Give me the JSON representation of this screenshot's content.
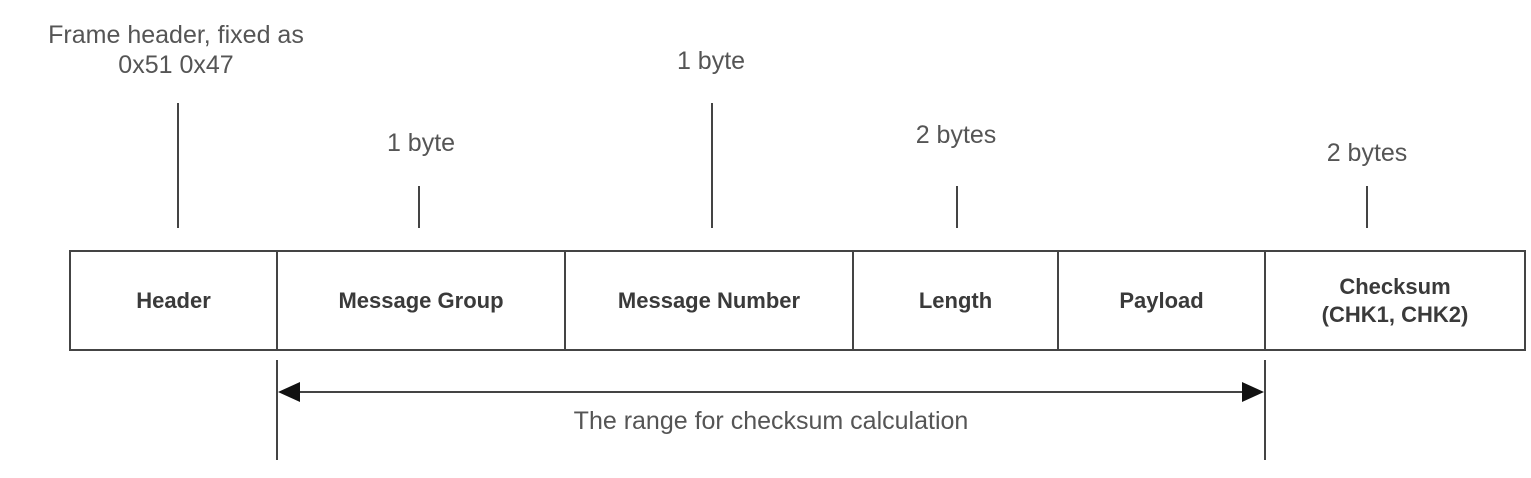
{
  "fields": [
    {
      "label": "Header",
      "annotation": [
        "Frame header, fixed as",
        "0x51 0x47"
      ]
    },
    {
      "label": "Message Group",
      "annotation": [
        "1 byte"
      ]
    },
    {
      "label": "Message Number",
      "annotation": [
        "1 byte"
      ]
    },
    {
      "label": "Length",
      "annotation": [
        "2 bytes"
      ]
    },
    {
      "label": "Payload"
    },
    {
      "label": [
        "Checksum",
        "(CHK1, CHK2)"
      ],
      "annotation": [
        "2 bytes"
      ]
    }
  ],
  "range_label": "The range for checksum calculation",
  "colors": {
    "line": "#444444",
    "text": "#555555",
    "label": "#3a3a3a"
  }
}
